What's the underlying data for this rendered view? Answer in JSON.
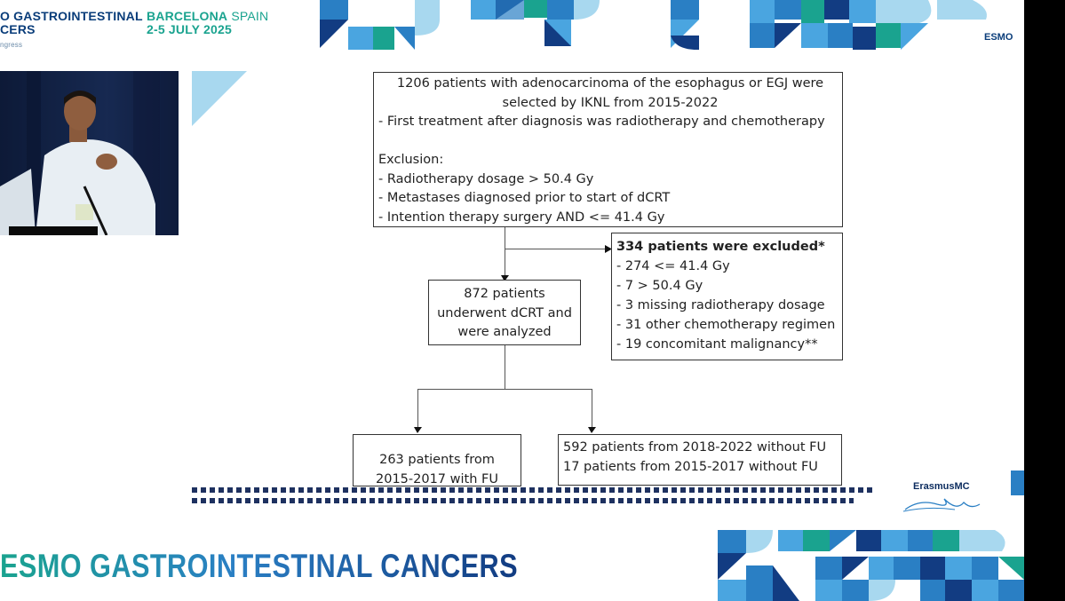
{
  "header": {
    "conference_line1": "O GASTROINTESTINAL",
    "conference_line2": "CERS",
    "conference_line3": "ngress",
    "city_bold": "BARCELONA",
    "city_thin": " SPAIN",
    "dates": "2-5 JULY 2025",
    "society_logo": "ESMO"
  },
  "flowchart": {
    "top_box": {
      "lines": [
        "1206 patients with adenocarcinoma of the esophagus or EGJ were",
        "selected by IKNL from 2015-2022",
        "- First treatment after diagnosis was radiotherapy and chemotherapy",
        "Exclusion:",
        "- Radiotherapy dosage > 50.4 Gy",
        "- Metastases diagnosed prior to start of dCRT",
        "- Intention therapy surgery AND <= 41.4 Gy"
      ]
    },
    "excluded_box": {
      "title": "334 patients were excluded*",
      "items": [
        "- 274 <= 41.4 Gy",
        "- 7 > 50.4 Gy",
        "- 3 missing radiotherapy dosage",
        "- 31 other chemotherapy regimen",
        "- 19 concomitant malignancy**"
      ]
    },
    "analyzed_box": {
      "lines": [
        "872 patients",
        "underwent dCRT and",
        "were analyzed"
      ]
    },
    "left_box": {
      "lines": [
        "263 patients from",
        "2015-2017 with FU"
      ]
    },
    "right_box": {
      "lines": [
        "592 patients from 2018-2022 without FU",
        "17 patients from 2015-2017 without FU"
      ]
    },
    "colors": {
      "border": "#333333",
      "arrow": "#555555"
    }
  },
  "branding": {
    "erasmus_name": "ErasmusMC",
    "footer_title": "ESMO GASTROINTESTINAL CANCERS",
    "colors": {
      "dark_blue": "#0a3d7a",
      "teal": "#1aa38f",
      "light_blue": "#2a7fc4",
      "pale_blue": "#a8d8ef"
    }
  }
}
